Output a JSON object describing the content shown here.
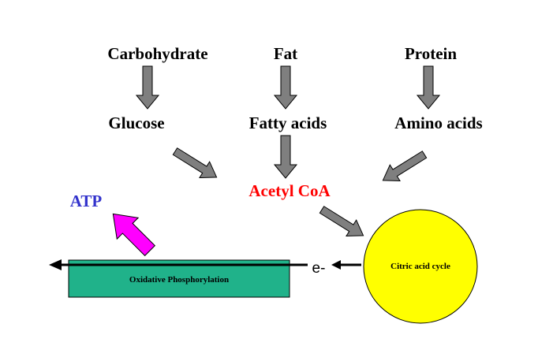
{
  "labels": {
    "carbohydrate": "Carbohydrate",
    "fat": "Fat",
    "protein": "Protein",
    "glucose": "Glucose",
    "fatty_acids": "Fatty acids",
    "amino_acids": "Amino acids",
    "acetyl_coa": "Acetyl CoA",
    "atp": "ATP",
    "citric_acid_cycle": "Citric acid cycle",
    "oxidative_phosphorylation": "Oxidative Phosphorylation",
    "electron": "e-"
  },
  "colors": {
    "arrow_gray": "#7f7f7f",
    "acetyl_coa_text": "#ff0000",
    "atp_text": "#3333cc",
    "atp_arrow": "#ff00ff",
    "oxphos_box": "#20b28a",
    "citric_circle": "#ffff00",
    "black": "#000000"
  }
}
